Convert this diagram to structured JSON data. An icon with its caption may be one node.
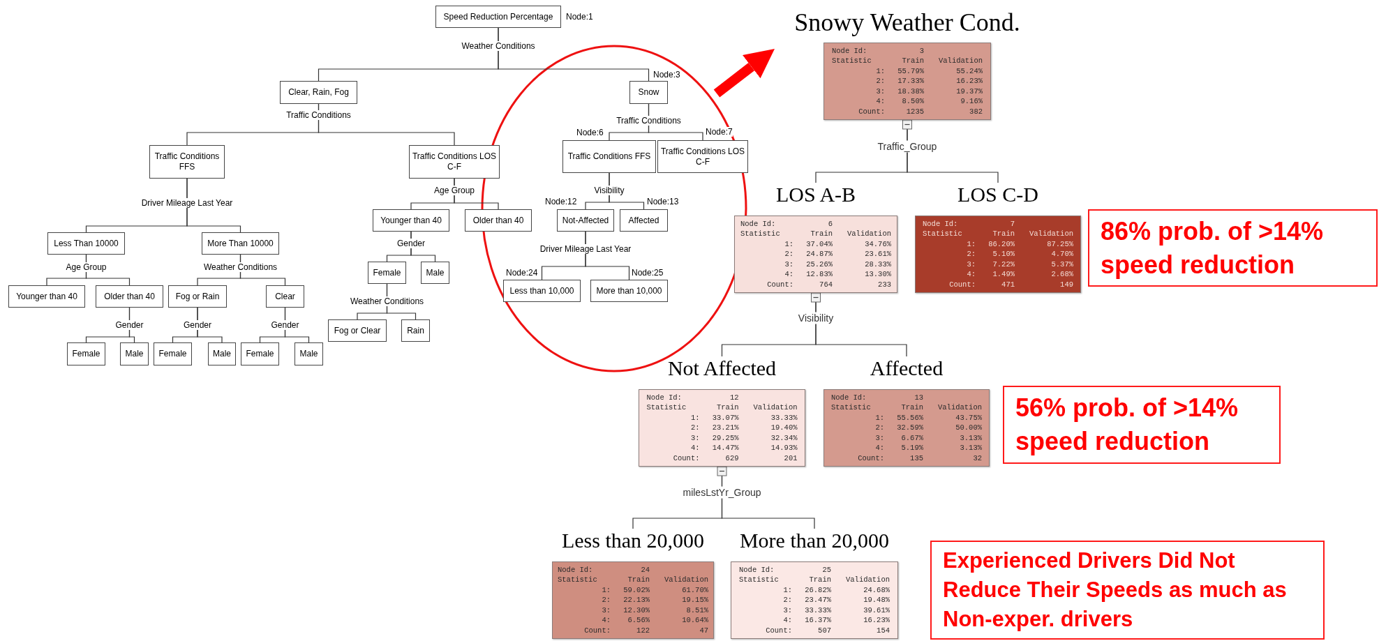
{
  "diagram": {
    "nodes": [
      {
        "text": [
          "Speed Reduction Percentage"
        ],
        "beside": [
          "Node:1"
        ]
      },
      {
        "text": [
          "Clear, Rain, Fog"
        ]
      },
      {
        "text": [
          "Snow"
        ],
        "beside": [
          "Node:3"
        ]
      },
      {
        "text": [
          "Traffic Conditions FFS"
        ]
      },
      {
        "text": [
          "Traffic Conditions LOS C-F"
        ]
      },
      {
        "text": [
          "Traffic Conditions FFS"
        ],
        "beside": [
          "Node:6"
        ]
      },
      {
        "text": [
          "Traffic Conditions LOS C-F"
        ],
        "beside": [
          "Node:7"
        ]
      },
      {
        "text": [
          "Younger than 40"
        ]
      },
      {
        "text": [
          "Older than 40"
        ]
      },
      {
        "text": [
          "Not-Affected"
        ],
        "beside": [
          "Node:12"
        ]
      },
      {
        "text": [
          "Affected"
        ],
        "beside": [
          "Node:13"
        ]
      },
      {
        "text": [
          "Less than 10,000"
        ],
        "beside": [
          "Node:24"
        ]
      },
      {
        "text": [
          "More than 10,000"
        ],
        "beside": [
          "Node:25"
        ]
      },
      {
        "text": [
          "Less Than 10000"
        ]
      },
      {
        "text": [
          "More Than 10000"
        ]
      },
      {
        "text": [
          "Younger than 40"
        ]
      },
      {
        "text": [
          "Older than 40"
        ]
      },
      {
        "text": [
          "Fog or Rain"
        ]
      },
      {
        "text": [
          "Clear"
        ]
      },
      {
        "text": [
          "Female"
        ]
      },
      {
        "text": [
          "Male"
        ]
      },
      {
        "text": [
          "Female"
        ]
      },
      {
        "text": [
          "Male"
        ]
      },
      {
        "text": [
          "Female"
        ]
      },
      {
        "text": [
          "Male"
        ]
      },
      {
        "text": [
          "Female"
        ]
      },
      {
        "text": [
          "Male"
        ]
      },
      {
        "text": [
          "Fog or Clear"
        ]
      },
      {
        "text": [
          "Rain"
        ]
      },
      {
        "text": [
          "Snowy Weather Cond.",
          "Node Id:",
          "3",
          "Statistic",
          "Train",
          "Validation",
          "1:",
          "55.79%",
          "55.24%",
          "2:",
          "17.33%",
          "16.23%",
          "3:",
          "18.38%",
          "19.37%",
          "4:",
          "8.50%",
          "9.16%",
          "Count:",
          "1235",
          "382"
        ]
      },
      {
        "text": [
          "LOS A-B",
          "Node Id:",
          "6",
          "Statistic",
          "Train",
          "Validation",
          "1:",
          "37.04%",
          "34.76%",
          "2:",
          "24.87%",
          "23.61%",
          "3:",
          "25.26%",
          "28.33%",
          "4:",
          "12.83%",
          "13.30%",
          "Count:",
          "764",
          "233"
        ]
      },
      {
        "text": [
          "LOS C-D",
          "Node Id:",
          "7",
          "Statistic",
          "Train",
          "Validation",
          "1:",
          "86.20%",
          "87.25%",
          "2:",
          "5.10%",
          "4.70%",
          "3:",
          "7.22%",
          "5.37%",
          "4:",
          "1.49%",
          "2.68%",
          "Count:",
          "471",
          "149"
        ]
      },
      {
        "text": [
          "86% prob. of >14% speed reduction"
        ]
      },
      {
        "text": [
          "Not Affected",
          "Node Id:",
          "12",
          "Statistic",
          "Train",
          "Validation",
          "1:",
          "33.07%",
          "33.33%",
          "2:",
          "23.21%",
          "19.40%",
          "3:",
          "29.25%",
          "32.34%",
          "4:",
          "14.47%",
          "14.93%",
          "Count:",
          "629",
          "201"
        ]
      },
      {
        "text": [
          "Affected",
          "Node Id:",
          "13",
          "Statistic",
          "Train",
          "Validation",
          "1:",
          "55.56%",
          "43.75%",
          "2:",
          "32.59%",
          "50.00%",
          "3:",
          "6.67%",
          "3.13%",
          "4:",
          "5.19%",
          "3.13%",
          "Count:",
          "135",
          "32"
        ]
      },
      {
        "text": [
          "56% prob. of >14% speed reduction"
        ]
      },
      {
        "text": [
          "Less than 20,000",
          "Node Id:",
          "24",
          "Statistic",
          "Train",
          "Validation",
          "1:",
          "59.02%",
          "61.70%",
          "2:",
          "22.13%",
          "19.15%",
          "3:",
          "12.30%",
          "8.51%",
          "4:",
          "6.56%",
          "10.64%",
          "Count:",
          "122",
          "47"
        ]
      },
      {
        "text": [
          "More than 20,000",
          "Node Id:",
          "25",
          "Statistic",
          "Train",
          "Validation",
          "1:",
          "26.82%",
          "24.68%",
          "2:",
          "23.47%",
          "19.48%",
          "3:",
          "33.33%",
          "39.61%",
          "4:",
          "16.37%",
          "16.23%",
          "Count:",
          "507",
          "154"
        ]
      },
      {
        "text": [
          "Experienced Drivers Did Not Reduce Their Speeds as much as Non-exper. drivers"
        ]
      }
    ],
    "edges": [
      {
        "from": 0,
        "to": 1,
        "arrow": "none",
        "label": "Weather Conditions"
      },
      {
        "from": 0,
        "to": 2,
        "arrow": "none"
      },
      {
        "from": 1,
        "to": 3,
        "arrow": "none",
        "label": "Traffic Conditions"
      },
      {
        "from": 1,
        "to": 4,
        "arrow": "none"
      },
      {
        "from": 2,
        "to": 5,
        "arrow": "none",
        "label": "Traffic Conditions"
      },
      {
        "from": 2,
        "to": 6,
        "arrow": "none"
      },
      {
        "from": 3,
        "to": 13,
        "arrow": "none",
        "label": "Driver Mileage Last Year"
      },
      {
        "from": 3,
        "to": 14,
        "arrow": "none"
      },
      {
        "from": 4,
        "to": 7,
        "arrow": "none",
        "label": "Age Group"
      },
      {
        "from": 4,
        "to": 8,
        "arrow": "none"
      },
      {
        "from": 5,
        "to": 9,
        "arrow": "none",
        "label": "Visibility"
      },
      {
        "from": 5,
        "to": 10,
        "arrow": "none"
      },
      {
        "from": 9,
        "to": 11,
        "arrow": "none",
        "label": "Driver Mileage Last Year"
      },
      {
        "from": 9,
        "to": 12,
        "arrow": "none"
      },
      {
        "from": 13,
        "to": 15,
        "arrow": "none",
        "label": "Age Group"
      },
      {
        "from": 13,
        "to": 16,
        "arrow": "none"
      },
      {
        "from": 14,
        "to": 17,
        "arrow": "none",
        "label": "Weather Conditions"
      },
      {
        "from": 14,
        "to": 18,
        "arrow": "none"
      },
      {
        "from": 16,
        "to": 19,
        "arrow": "none",
        "label": "Gender"
      },
      {
        "from": 16,
        "to": 20,
        "arrow": "none"
      },
      {
        "from": 17,
        "to": 21,
        "arrow": "none",
        "label": "Gender"
      },
      {
        "from": 17,
        "to": 22,
        "arrow": "none"
      },
      {
        "from": 18,
        "to": 23,
        "arrow": "none",
        "label": "Gender"
      },
      {
        "from": 18,
        "to": 24,
        "arrow": "none"
      },
      {
        "from": 7,
        "to": 25,
        "arrow": "none",
        "label": "Gender"
      },
      {
        "from": 7,
        "to": 26,
        "arrow": "none"
      },
      {
        "from": 25,
        "to": 27,
        "arrow": "none",
        "label": "Weather Conditions"
      },
      {
        "from": 25,
        "to": 28,
        "arrow": "none"
      },
      {
        "from": 29,
        "to": 30,
        "arrow": "none",
        "label": "Traffic_Group"
      },
      {
        "from": 29,
        "to": 31,
        "arrow": "none"
      },
      {
        "from": 30,
        "to": 33,
        "arrow": "none",
        "label": "Visibility"
      },
      {
        "from": 30,
        "to": 34,
        "arrow": "none"
      },
      {
        "from": 33,
        "to": 36,
        "arrow": "none",
        "label": "milesLstYr_Group"
      },
      {
        "from": 33,
        "to": 37,
        "arrow": "none"
      },
      {
        "from": null,
        "to": 29,
        "arrow": "to",
        "style": "thick",
        "color": "#ff0000"
      }
    ]
  }
}
